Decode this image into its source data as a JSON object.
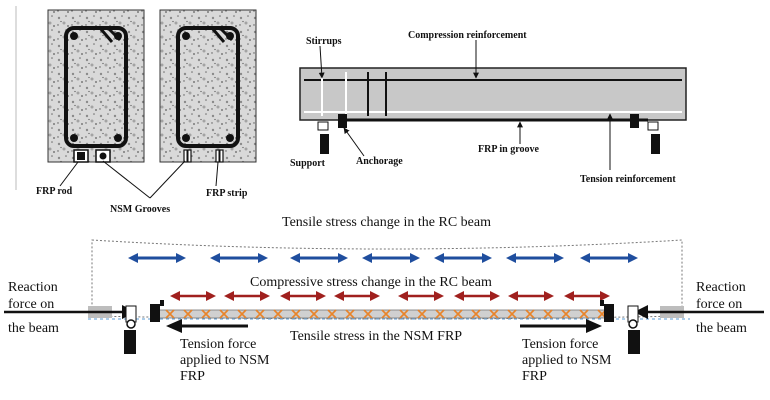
{
  "sections": {
    "cross_sections": {
      "labels": {
        "frp_rod": "FRP rod",
        "nsm_grooves": "NSM Grooves",
        "frp_strip": "FRP strip"
      }
    },
    "beam_elevation": {
      "labels": {
        "stirrups": "Stirrups",
        "compression_reinforcement": "Compression reinforcement",
        "support": "Support",
        "anchorage": "Anchorage",
        "frp_in_groove": "FRP in groove",
        "tension_reinforcement": "Tension reinforcement"
      }
    },
    "stress_diagram": {
      "labels": {
        "tensile_stress_change": "Tensile stress change in the RC beam",
        "compressive_stress_change": "Compressive stress change in the RC beam",
        "tensile_stress_nsm": "Tensile stress in the NSM FRP",
        "reaction_left": [
          "Reaction",
          "force on",
          "the beam"
        ],
        "reaction_right": [
          "Reaction",
          "force on",
          "the beam"
        ],
        "tension_left": [
          "Tension force",
          "applied to NSM",
          "FRP"
        ],
        "tension_right": [
          "Tension force",
          "applied to NSM",
          "FRP"
        ]
      }
    }
  },
  "colors": {
    "tensile_arrow": "#1f4e9e",
    "compressive_arrow": "#a0201e",
    "frp_cross": "#e8842a",
    "beam_gray": "#c8c8c8",
    "dashed_support": "#5a9bd5"
  },
  "icons": [
    "roller-support-icon",
    "anchor-block-icon",
    "concrete-texture-icon"
  ]
}
